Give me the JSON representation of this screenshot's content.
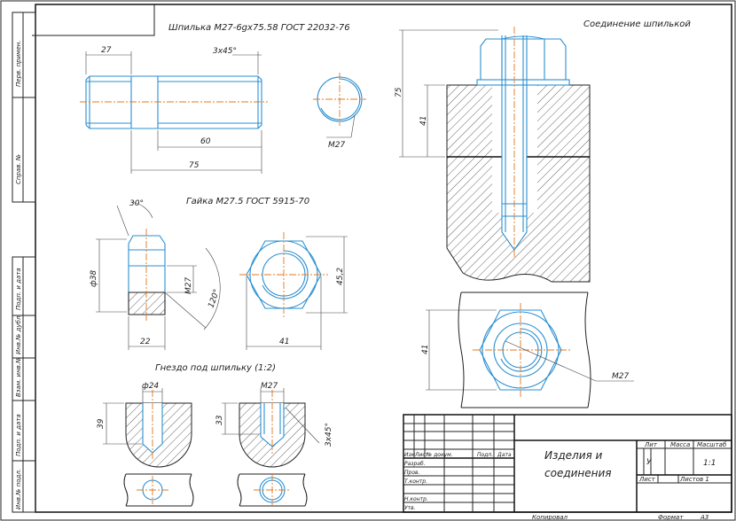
{
  "titles": {
    "stud": "Шпилька М27-6gx75.58 ГОСТ 22032-76",
    "nut": "Гайка М27.5 ГОСТ 5915-70",
    "socket": "Гнездо под шпильку (1:2)",
    "joint": "Соединение шпилькой"
  },
  "dims": {
    "d27": "27",
    "chamfer": "3x45°",
    "d60": "60",
    "d75": "75",
    "m27": "M27",
    "a30": "30°",
    "phi38": "ф38",
    "nm27": "M27",
    "a120": "120°",
    "d22": "22",
    "d41": "41",
    "d452": "45,2",
    "phi24": "ф24",
    "d39": "39",
    "sm27": "M27",
    "d33": "33",
    "sch": "3x45°",
    "j75": "75",
    "j41": "41",
    "j41b": "41",
    "jm27": "M27"
  },
  "side_stamp": [
    "Перв. примен.",
    "Справ. №",
    "Подп. и дата",
    "Инв.№ дубл.",
    "Взам. инв.№",
    "Подп. и дата",
    "Инв.№ подл."
  ],
  "title_block": {
    "heads": [
      "Изм",
      "Лист",
      "№ докум.",
      "Подп.",
      "Дата"
    ],
    "roles": [
      "Разраб.",
      "Пров.",
      "Т.контр.",
      "Н.контр.",
      "Утв."
    ],
    "name": [
      "Изделия и",
      "соединения"
    ],
    "lit": "Лит",
    "mass": "Масса",
    "scale": "Масштаб",
    "lit_val": "У",
    "scale_val": "1:1",
    "sheet": "Лист",
    "sheets": "Листов 1"
  },
  "footer": {
    "copied": "Копировал",
    "format": "Формат",
    "format_val": "А3"
  }
}
